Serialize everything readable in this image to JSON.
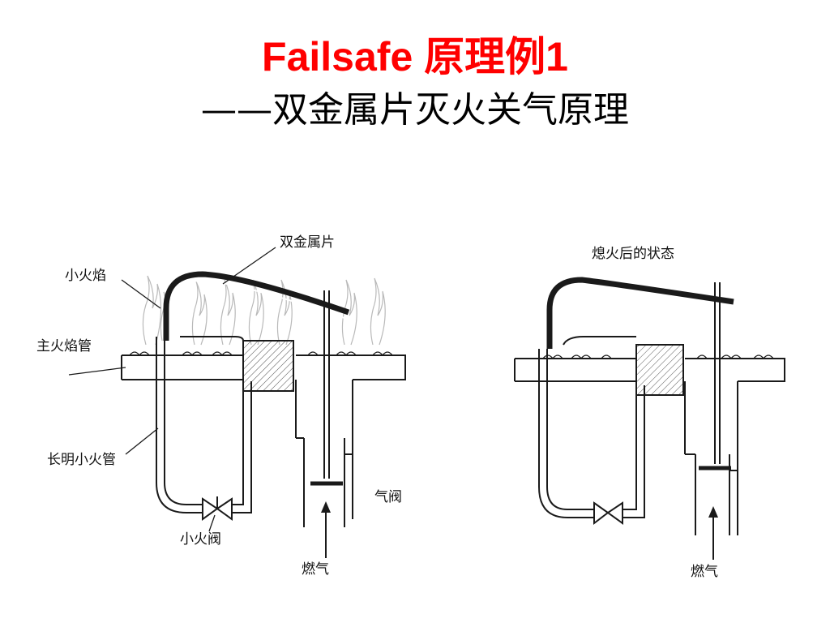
{
  "slide": {
    "title": "Failsafe 原理例1",
    "subtitle": "——双金属片灭火关气原理"
  },
  "diagram_left": {
    "labels": {
      "bimetal": "双金属片",
      "pilot_flame": "小火焰",
      "main_burner": "主火焰管",
      "pilot_tube": "长明小火管",
      "pilot_valve": "小火阀",
      "gas_valve": "气阀",
      "gas_in": "燃气"
    }
  },
  "diagram_right": {
    "labels": {
      "state": "熄火后的状态",
      "gas_in": "燃气"
    }
  },
  "colors": {
    "title": "#ff0000",
    "ink": "#1a1a1a",
    "flame": "#b9b9b9"
  }
}
